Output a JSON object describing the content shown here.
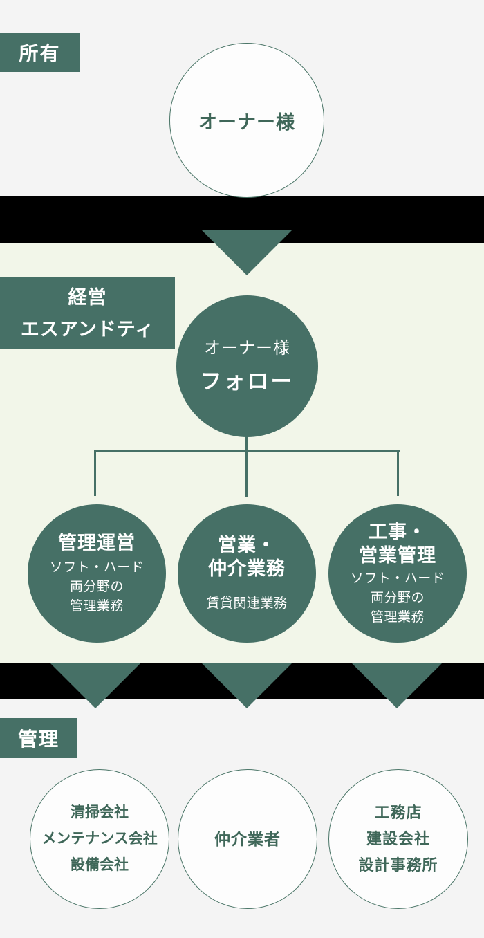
{
  "colors": {
    "accent_green": "#467066",
    "light_section_bg": "#f2f6e9",
    "page_bg": "#f4f4f4",
    "divider_band": "#000000",
    "outline_circle_text": "#3f6759",
    "white": "#ffffff"
  },
  "ownership": {
    "label": "所有",
    "owner_circle": "オーナー様"
  },
  "management": {
    "label_line1": "経営",
    "label_line2": "エスアンドティ",
    "center_circle": {
      "line1": "オーナー様",
      "line2": "フォロー"
    },
    "branches": [
      {
        "title_lines": [
          "管理運営"
        ],
        "desc_lines": [
          "ソフト・ハード",
          "両分野の",
          "管理業務"
        ]
      },
      {
        "title_lines": [
          "営業・",
          "仲介業務"
        ],
        "desc_lines": [
          "賃貸関連業務"
        ]
      },
      {
        "title_lines": [
          "工事・",
          "営業管理"
        ],
        "desc_lines": [
          "ソフト・ハード",
          "両分野の",
          "管理業務"
        ]
      }
    ]
  },
  "partners": {
    "label": "管理",
    "circles": [
      {
        "lines": [
          "清掃会社",
          "メンテナンス会社",
          "設備会社"
        ]
      },
      {
        "lines": [
          "仲介業者"
        ]
      },
      {
        "lines": [
          "工務店",
          "建設会社",
          "設計事務所"
        ]
      }
    ]
  }
}
